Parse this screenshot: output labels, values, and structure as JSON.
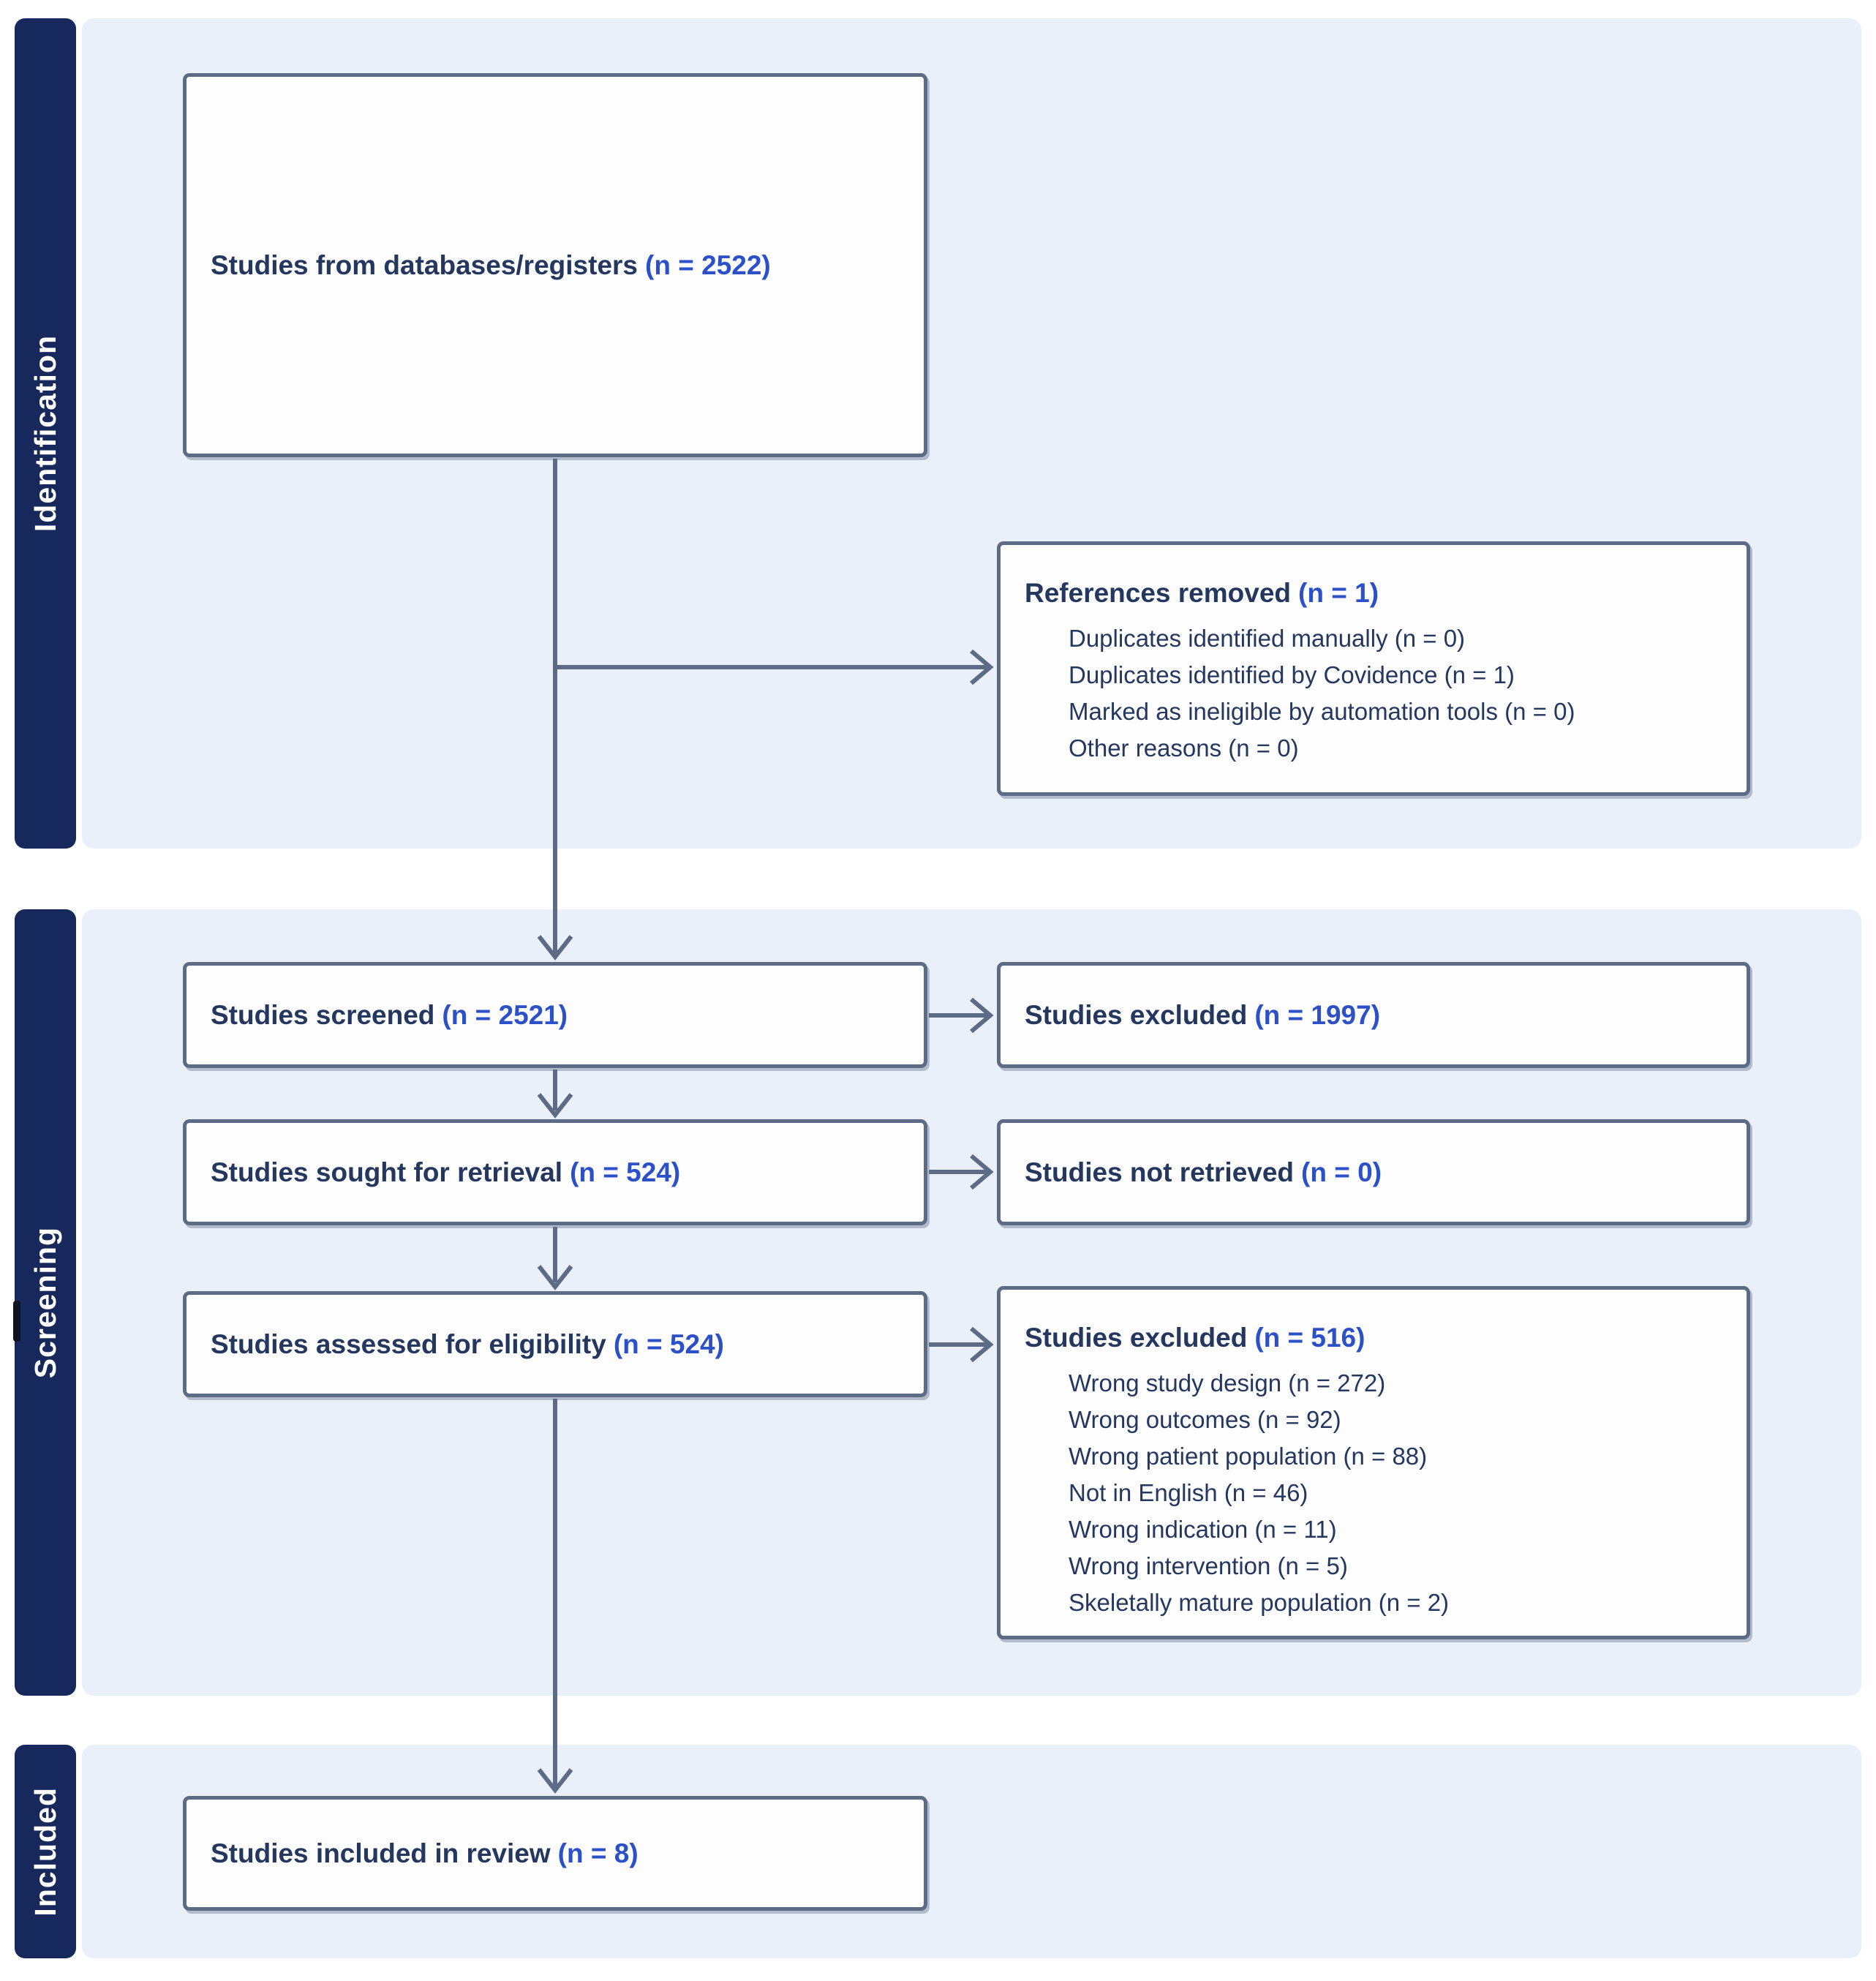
{
  "title": "PRISMA flow diagram",
  "colors": {
    "accent_blue": "#2b50c8",
    "navy_tab": "#16285c",
    "stage_panel": "#eaf0f9",
    "box_border": "#5c6b86",
    "text_dark": "#24385f"
  },
  "sidebar": {
    "labels": [
      {
        "id": "identification",
        "label": "Identification"
      },
      {
        "id": "screening",
        "label": "Screening"
      },
      {
        "id": "included",
        "label": "Included"
      }
    ]
  },
  "boxes": {
    "databases": {
      "label": "Studies from databases/registers",
      "n": "(n = 2522)"
    },
    "references_removed": {
      "label": "References removed",
      "n": "(n = 1)",
      "reasons": [
        "Duplicates identified manually (n = 0)",
        "Duplicates identified by Covidence (n = 1)",
        "Marked as ineligible by automation tools (n = 0)",
        "Other reasons (n = 0)"
      ]
    },
    "screened": {
      "label": "Studies screened",
      "n": "(n = 2521)"
    },
    "excluded_screening": {
      "label": "Studies excluded",
      "n": "(n = 1997)"
    },
    "sought": {
      "label": "Studies sought for retrieval",
      "n": "(n = 524)"
    },
    "not_retrieved": {
      "label": "Studies not retrieved",
      "n": "(n = 0)"
    },
    "assessed": {
      "label": "Studies assessed for eligibility",
      "n": "(n = 524)"
    },
    "excluded_eligibility": {
      "label": "Studies excluded",
      "n": "(n = 516)",
      "reasons": [
        "Wrong study design (n = 272)",
        "Wrong outcomes (n = 92)",
        "Wrong patient population (n = 88)",
        "Not in English (n = 46)",
        "Wrong indication (n = 11)",
        "Wrong intervention (n = 5)",
        "Skeletally mature population (n = 2)"
      ]
    },
    "included_review": {
      "label": "Studies included in review",
      "n": "(n = 8)"
    }
  }
}
